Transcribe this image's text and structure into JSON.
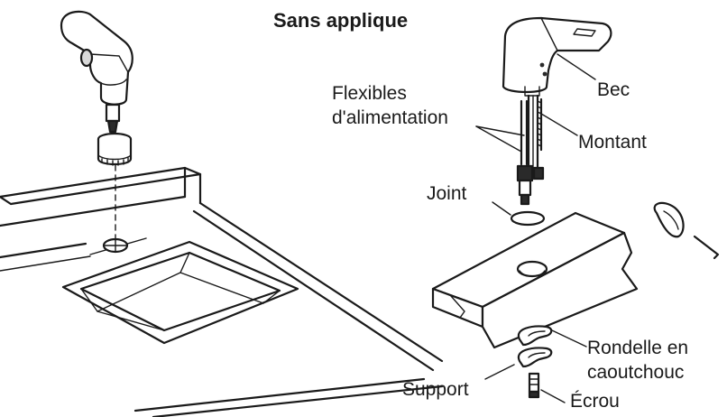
{
  "title": "Sans applique",
  "labels": {
    "bec": "Bec",
    "flexibles_line1": "Flexibles",
    "flexibles_line2": "d'alimentation",
    "montant": "Montant",
    "joint": "Joint",
    "rondelle_line1": "Rondelle en",
    "rondelle_line2": "caoutchouc",
    "support": "Support",
    "ecrou": "Écrou"
  },
  "colors": {
    "line": "#1a1a1a",
    "background": "#ffffff",
    "shade": "#d9d9d9"
  }
}
